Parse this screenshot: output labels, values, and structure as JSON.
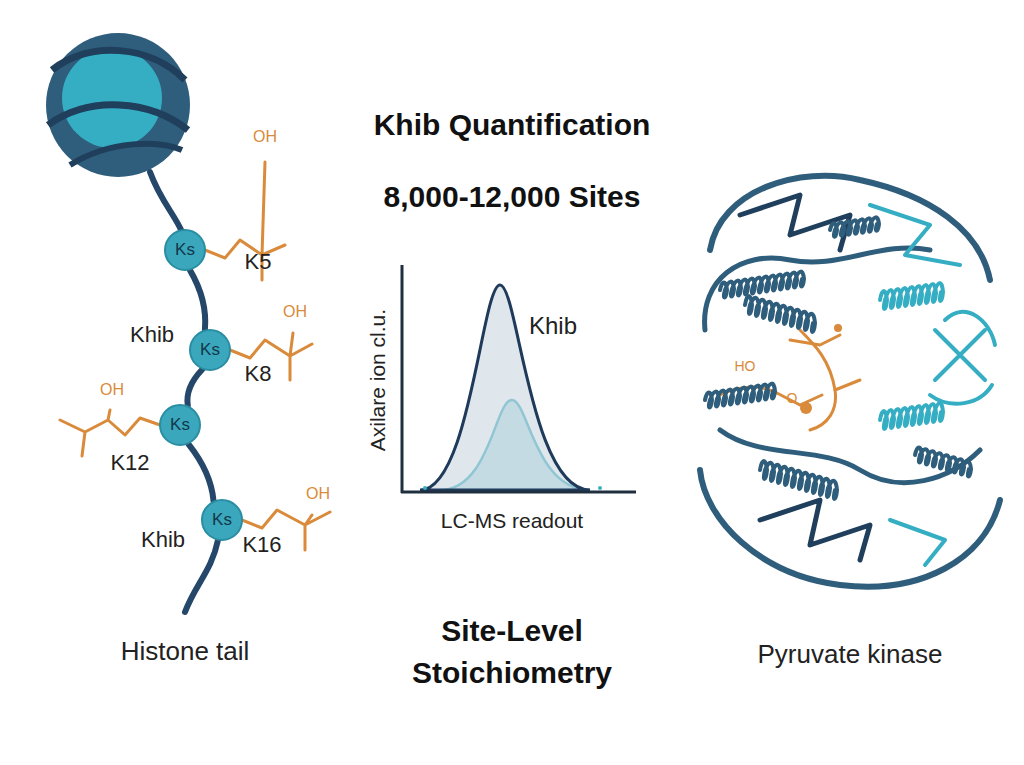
{
  "diagram": {
    "title": "Khib Quantification",
    "nodes": [
      {
        "text": [
          "Ks"
        ]
      },
      {
        "text": [
          "Ks"
        ]
      },
      {
        "text": [
          "Ks"
        ]
      },
      {
        "text": [
          "Ks"
        ]
      }
    ],
    "edges": [
      {
        "from": 0,
        "to": 1,
        "arrow": "none"
      },
      {
        "from": 1,
        "to": 2,
        "arrow": "none"
      },
      {
        "from": 2,
        "to": 3,
        "arrow": "none"
      }
    ],
    "labels": [
      "8,000-12,000 Sites",
      "OH",
      "K5",
      "OH",
      "Khib",
      "K8",
      "OH",
      "K12",
      "OH",
      "Khib",
      "K16",
      "Histone tail",
      "Axilare ion cl.u.",
      "Khib",
      "LC-MS readout",
      "Site-Level Stoichiometry",
      "HO",
      "O",
      "Pyruvate kinase"
    ]
  }
}
